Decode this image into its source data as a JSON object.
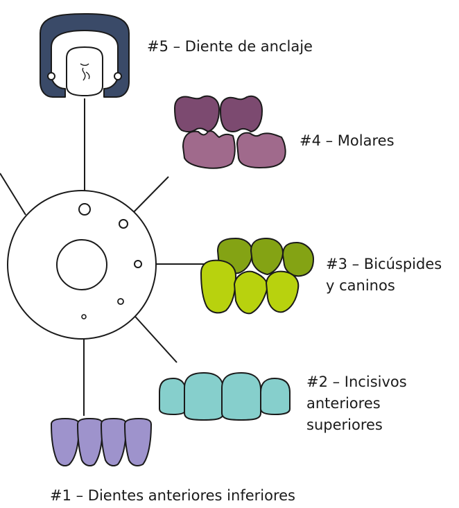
{
  "labels": {
    "clamp5": "#5 – Diente de anclaje",
    "molars4": "#4 – Molares",
    "bicuspids3": {
      "line1": "#3 – Bicúspides",
      "line2": "y caninos"
    },
    "incisors2": {
      "line1": "#2 – Incisivos",
      "line2": "anteriores",
      "line3": "superiores"
    },
    "lower1": "#1 – Dientes anteriores inferiores"
  },
  "colors": {
    "outline": "#1a1a1a",
    "clamp": "#3a4a68",
    "molars_top": "#7c4a70",
    "molars_bottom": "#a06a8c",
    "bicuspids_top": "#84a314",
    "bicuspids_bottom": "#b8d20e",
    "incisors": "#86cfcc",
    "lower_anterior": "#9e93cc"
  }
}
